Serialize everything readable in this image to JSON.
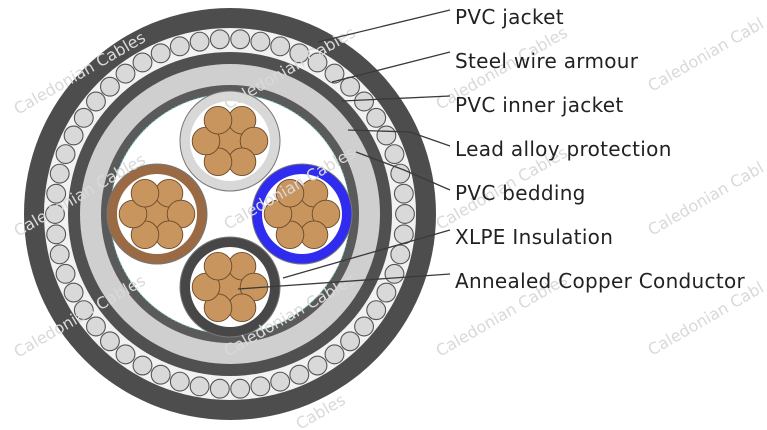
{
  "labels": [
    "PVC jacket",
    "Steel wire armour",
    "PVC inner jacket",
    "Lead alloy protection",
    "PVC bedding",
    "XLPE Insulation",
    "Annealed Copper Conductor"
  ],
  "watermark": {
    "full": "Caledonian Cables",
    "partial": "Cables",
    "edge": "Caledonian Cabl"
  },
  "colors": {
    "pvc_jacket": "#4d4d4d",
    "armour_wire": "#d9d9d9",
    "inner_jacket": "#505050",
    "lead_alloy": "#cfcfcf",
    "bedding": "#5a5a5a",
    "copper": "#c9955e",
    "core_grey": "#d8d8d8",
    "core_blue": "#2f2cf0",
    "core_brown": "#9a6a44",
    "core_black": "#474747"
  }
}
